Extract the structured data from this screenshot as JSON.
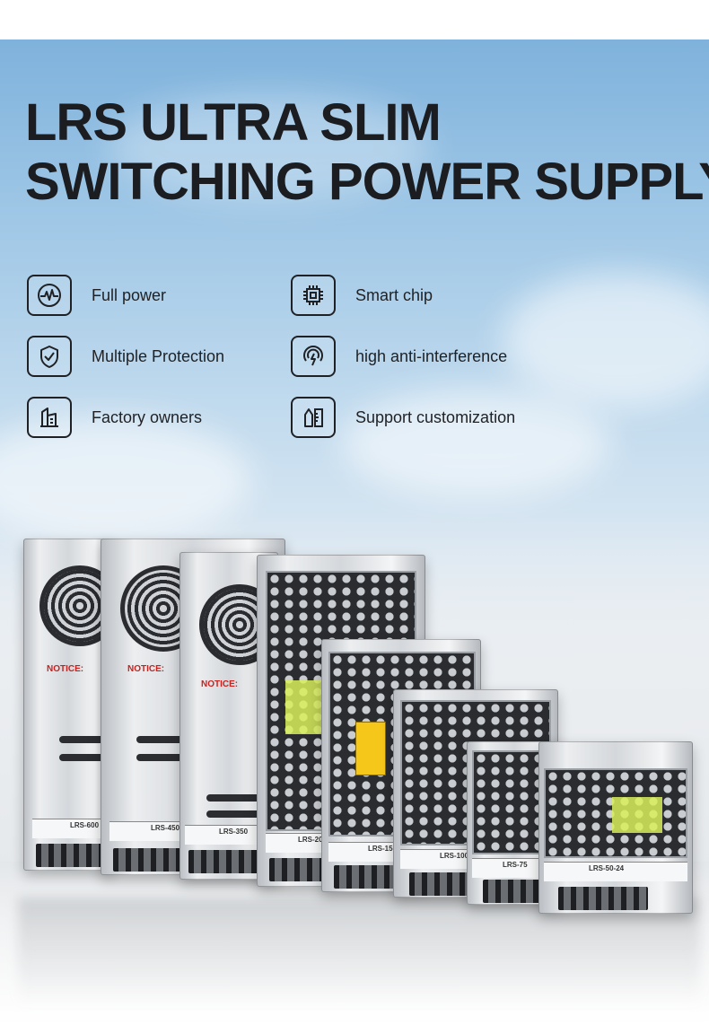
{
  "title": {
    "line1": "LRS ULTRA SLIM",
    "line2": "SWITCHING POWER SUPPLY"
  },
  "features": [
    {
      "icon": "pulse-icon",
      "label": "Full power"
    },
    {
      "icon": "chip-icon",
      "label": "Smart chip"
    },
    {
      "icon": "shield-check-icon",
      "label": "Multiple Protection"
    },
    {
      "icon": "signal-bolt-icon",
      "label": "high anti-interference"
    },
    {
      "icon": "factory-icon",
      "label": "Factory owners"
    },
    {
      "icon": "customize-icon",
      "label": "Support customization"
    }
  ],
  "products": {
    "notice": "NOTICE:",
    "models": [
      "LRS-600",
      "LRS-450",
      "LRS-350",
      "LRS-200",
      "LRS-150",
      "LRS-100",
      "LRS-75",
      "LRS-50-24"
    ]
  },
  "colors": {
    "text": "#1f2125",
    "sky_top": "#7fb2dc",
    "notice_red": "#c8221f"
  }
}
